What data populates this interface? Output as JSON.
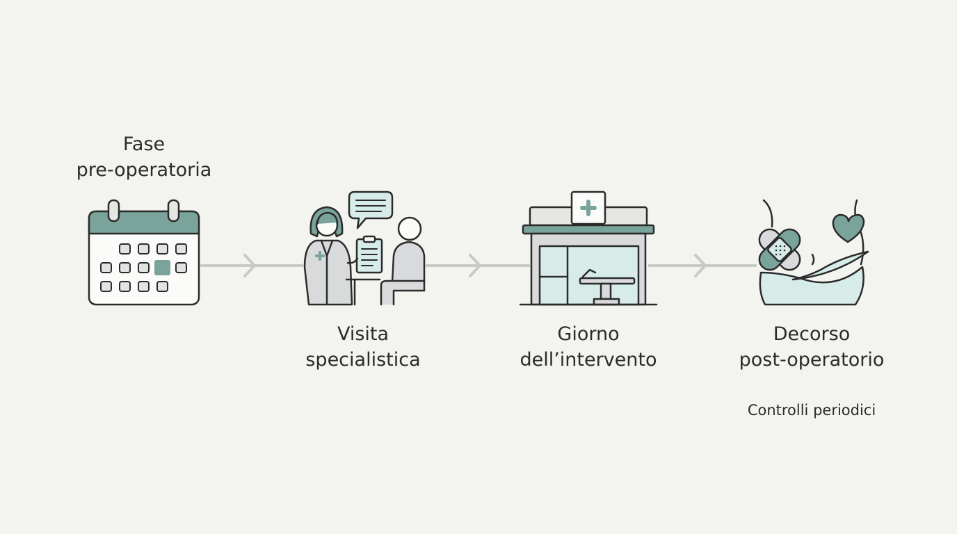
{
  "colors": {
    "background": "#f3f3ef",
    "stroke": "#2b2b2b",
    "accent": "#7aa39c",
    "accent_light": "#d7ece9",
    "gray_fill": "#d9dadb",
    "connector": "#c9c9c6"
  },
  "steps": [
    {
      "icon": "calendar-icon",
      "label_lines": [
        "Fase",
        "pre-operatoria"
      ]
    },
    {
      "icon": "doctor-consultation-icon",
      "label_lines": [
        "Visita",
        "specialistica"
      ]
    },
    {
      "icon": "hospital-building-icon",
      "label_lines": [
        "Giorno",
        "dell’intervento"
      ]
    },
    {
      "icon": "recovery-bandage-icon",
      "label_lines": [
        "Decorso",
        "post-operatorio"
      ],
      "note": "Controlli periodici"
    }
  ]
}
